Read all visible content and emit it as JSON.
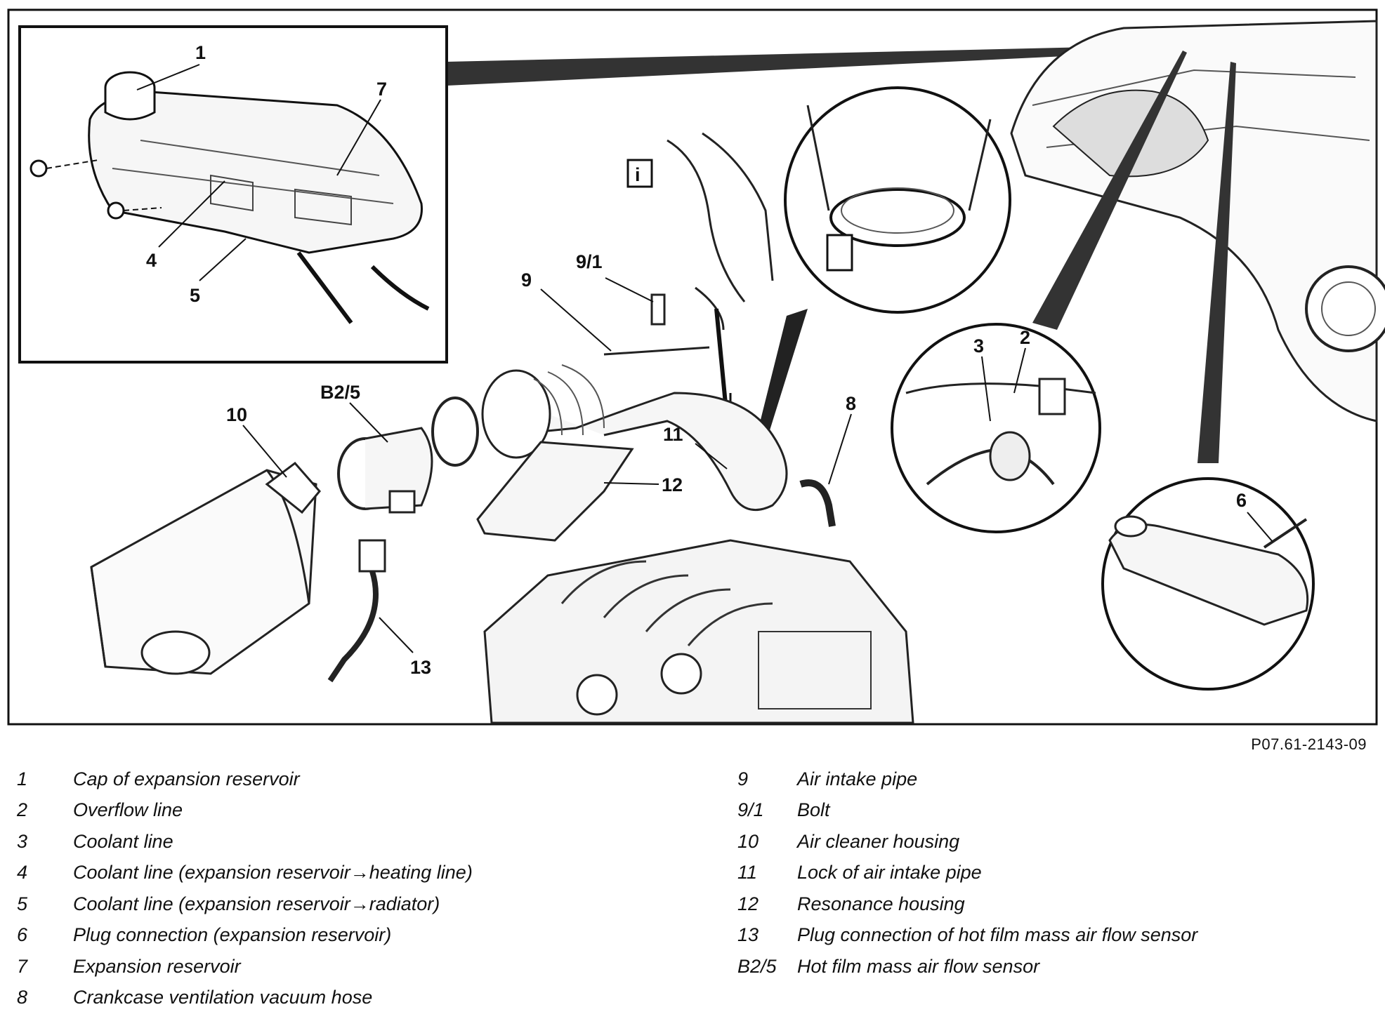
{
  "figure_id": "P07.61-2143-09",
  "callouts": {
    "c1": "1",
    "c7": "7",
    "c4": "4",
    "c5": "5",
    "c9_1": "9/1",
    "c9": "9",
    "b2_5": "B2/5",
    "c10": "10",
    "c11": "11",
    "c12": "12",
    "c8": "8",
    "c13": "13",
    "c3": "3",
    "c2": "2",
    "c6": "6",
    "info": "i"
  },
  "legend_left": [
    {
      "num": "1",
      "text": "Cap of expansion reservoir"
    },
    {
      "num": "2",
      "text": "Overflow line"
    },
    {
      "num": "3",
      "text": "Coolant line"
    },
    {
      "num": "4",
      "text": "Coolant line (expansion reservoir→heating line)"
    },
    {
      "num": "5",
      "text": "Coolant line (expansion reservoir→radiator)"
    },
    {
      "num": "6",
      "text": "Plug connection (expansion reservoir)"
    },
    {
      "num": "7",
      "text": "Expansion reservoir"
    },
    {
      "num": "8",
      "text": "Crankcase ventilation vacuum hose"
    }
  ],
  "legend_right": [
    {
      "num": "9",
      "text": "Air intake pipe"
    },
    {
      "num": "9/1",
      "text": "Bolt"
    },
    {
      "num": "10",
      "text": "Air cleaner housing"
    },
    {
      "num": "11",
      "text": "Lock of air intake pipe"
    },
    {
      "num": "12",
      "text": "Resonance housing"
    },
    {
      "num": "13",
      "text": "Plug connection of hot film mass air flow sensor"
    },
    {
      "num": "B2/5",
      "text": "Hot film mass air flow sensor"
    }
  ]
}
